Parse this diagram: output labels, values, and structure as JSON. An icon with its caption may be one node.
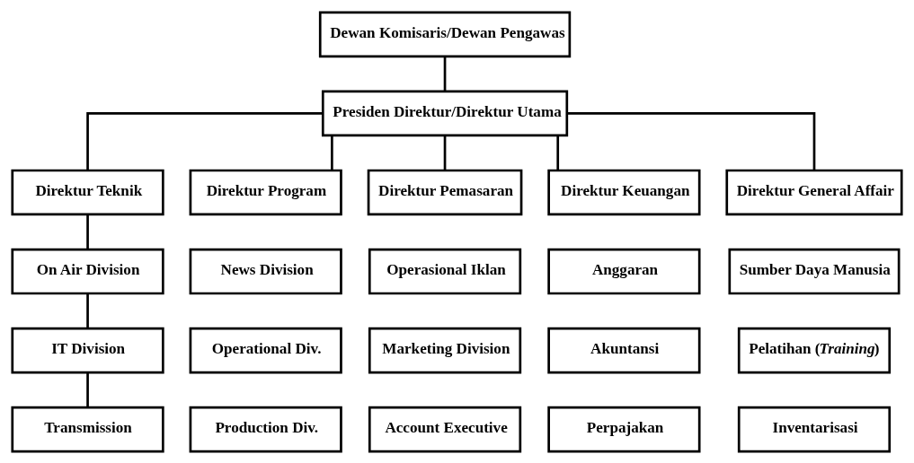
{
  "diagram": {
    "nodes": [
      {
        "text": [
          "Dewan Komisaris/Dewan Pengawas"
        ]
      },
      {
        "text": [
          "Presiden Direktur/Direktur Utama"
        ]
      },
      {
        "text": [
          "Direktur Teknik"
        ]
      },
      {
        "text": [
          "Direktur Program"
        ]
      },
      {
        "text": [
          "Direktur Pemasaran"
        ]
      },
      {
        "text": [
          "Direktur Keuangan"
        ]
      },
      {
        "text": [
          "Direktur General Affair"
        ]
      },
      {
        "text": [
          "On Air Division"
        ]
      },
      {
        "text": [
          "News Division"
        ]
      },
      {
        "text": [
          "Operasional Iklan"
        ]
      },
      {
        "text": [
          "Anggaran"
        ]
      },
      {
        "text": [
          "Sumber Daya Manusia"
        ]
      },
      {
        "text": [
          "IT Division"
        ]
      },
      {
        "text": [
          "Operational Div."
        ]
      },
      {
        "text": [
          "Marketing Division"
        ]
      },
      {
        "text": [
          "Akuntansi"
        ]
      },
      {
        "text": [
          "Pelatihan (*Training*)"
        ]
      },
      {
        "text": [
          "Transmission"
        ]
      },
      {
        "text": [
          "Production Div."
        ]
      },
      {
        "text": [
          "Account Executive"
        ]
      },
      {
        "text": [
          "Perpajakan"
        ]
      },
      {
        "text": [
          "Inventarisasi"
        ]
      }
    ],
    "edges": [
      {
        "from": 0,
        "to": 1,
        "arrow": "none"
      },
      {
        "from": 1,
        "to": 2,
        "arrow": "none"
      },
      {
        "from": 1,
        "to": 3,
        "arrow": "none"
      },
      {
        "from": 1,
        "to": 4,
        "arrow": "none"
      },
      {
        "from": 1,
        "to": 5,
        "arrow": "none"
      },
      {
        "from": 1,
        "to": 6,
        "arrow": "none"
      },
      {
        "from": 2,
        "to": 7,
        "arrow": "none"
      },
      {
        "from": 7,
        "to": 12,
        "arrow": "none"
      },
      {
        "from": 12,
        "to": 17,
        "arrow": "none"
      }
    ]
  }
}
